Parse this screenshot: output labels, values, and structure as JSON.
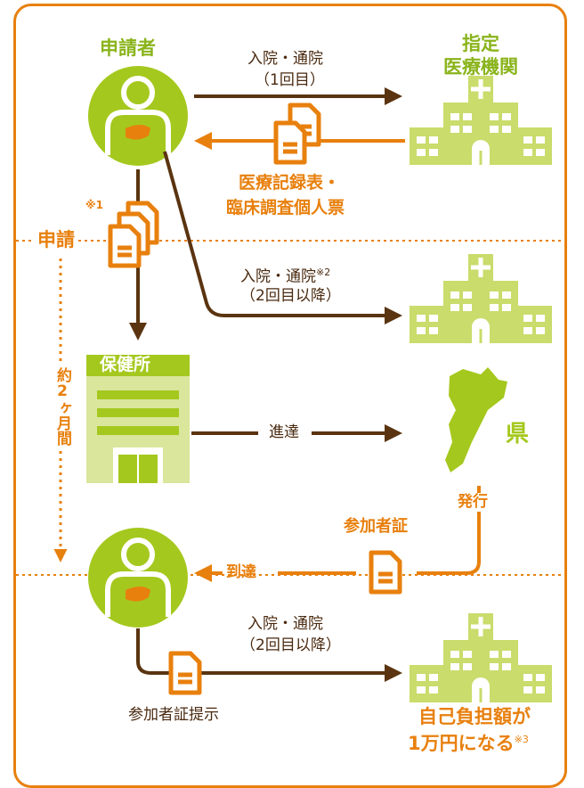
{
  "applicant": "申請者",
  "hospital_label": "指定\n医療機関",
  "first_visit": {
    "line1": "入院・通院",
    "line2": "（1回目）"
  },
  "docs_label": {
    "line1": "医療記録表・",
    "line2": "臨床調査個人票"
  },
  "note1": "※1",
  "application": "申請",
  "later_visit": {
    "line1": "入院・通院",
    "note": "※2",
    "line2": "（2回目以降）"
  },
  "period": "約2ヶ月間",
  "health_center": "保健所",
  "forward": "進達",
  "prefecture": "県",
  "issue": "発行",
  "certificate": "参加者証",
  "arrival": "到達",
  "visit_after": {
    "line1": "入院・通院",
    "line2": "（2回目以降）"
  },
  "present_cert": "参加者証提示",
  "result": {
    "line1": "自己負担額が",
    "line2": "1万円になる",
    "note": "※3"
  },
  "colors": {
    "orange": "#e8800e",
    "green": "#a5c81e",
    "light_green": "#c9dc6c",
    "brown": "#5a3410"
  }
}
